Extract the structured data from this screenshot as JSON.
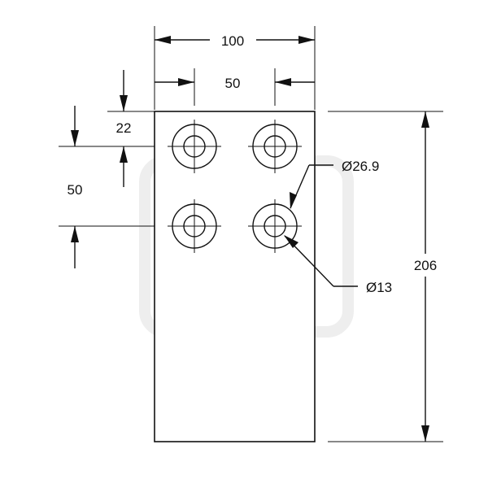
{
  "drawing": {
    "overall_width": "100",
    "hole_spacing_x": "50",
    "top_edge_offset": "22",
    "hole_spacing_y": "50",
    "overall_height": "206",
    "counterbore_diameter": "Ø26.9",
    "hole_diameter": "Ø13"
  },
  "colors": {
    "ink": "#111111",
    "watermark": "#eeeeee",
    "background": "#ffffff"
  }
}
